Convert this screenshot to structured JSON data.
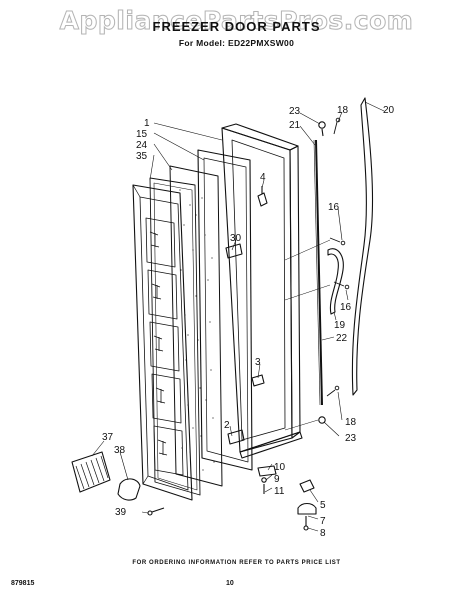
{
  "header": {
    "watermark": "AppliancePartsPros.com",
    "title": "FREEZER DOOR PARTS",
    "model": "For Model: ED22PMXSW00"
  },
  "callouts": [
    "1",
    "15",
    "24",
    "35",
    "23",
    "18",
    "20",
    "21",
    "4",
    "16",
    "30",
    "16",
    "19",
    "22",
    "3",
    "18",
    "23",
    "2",
    "10",
    "9",
    "11",
    "5",
    "7",
    "8",
    "37",
    "38",
    "39"
  ],
  "footer": {
    "note": "FOR ORDERING INFORMATION REFER TO PARTS PRICE LIST",
    "code": "879815",
    "page": "10"
  }
}
